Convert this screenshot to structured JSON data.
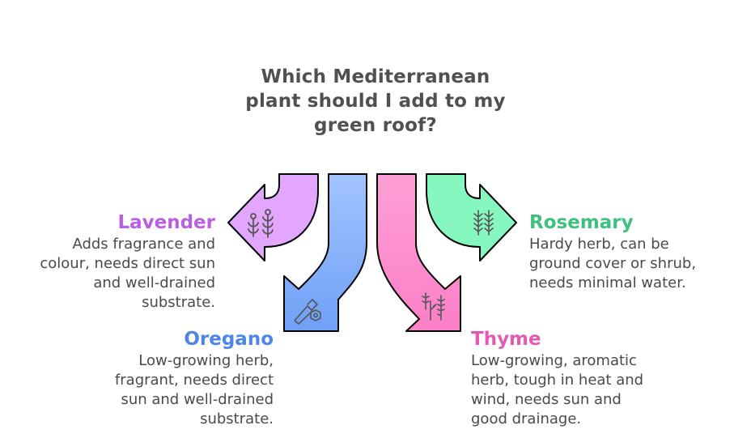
{
  "title": "Which Mediterranean plant should I add to my green roof?",
  "title_lines": [
    "Which Mediterranean",
    "plant should I add to my",
    "green roof?"
  ],
  "options": {
    "lavender": {
      "label": "Lavender",
      "description_lines": [
        "Adds fragrance and",
        "colour, needs direct sun",
        "and well-drained",
        "substrate."
      ],
      "color": "#b95fe0",
      "arrow_fill": "#e2a6ff",
      "icon": "lavender-sprig-icon"
    },
    "oregano": {
      "label": "Oregano",
      "description_lines": [
        "Low-growing herb,",
        "fragrant, needs direct",
        "sun and well-drained",
        "substrate."
      ],
      "color": "#4f86e6",
      "arrow_fill_top": "#a3c4ff",
      "arrow_fill_bottom": "#6fa0f7",
      "icon": "dropper-oil-icon"
    },
    "thyme": {
      "label": "Thyme",
      "description_lines": [
        "Low-growing, aromatic",
        "herb, tough in heat and",
        "wind, needs sun and",
        "good drainage."
      ],
      "color": "#e45bb4",
      "arrow_fill_top": "#ff9fd6",
      "arrow_fill_bottom": "#fc7fc7",
      "icon": "thyme-sprig-icon"
    },
    "rosemary": {
      "label": "Rosemary",
      "description_lines": [
        "Hardy herb, can be",
        "ground cover or shrub,",
        "needs minimal water."
      ],
      "color": "#3ec07e",
      "arrow_fill": "#86f7bf",
      "icon": "rosemary-sprig-icon"
    }
  }
}
